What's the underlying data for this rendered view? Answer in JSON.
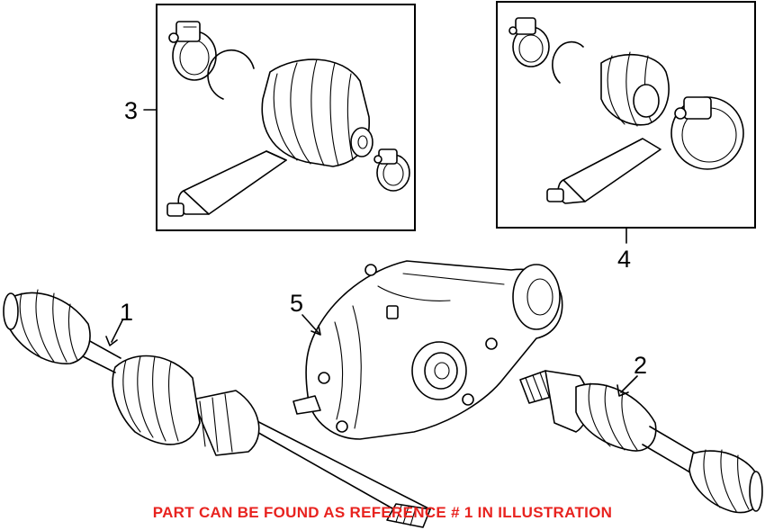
{
  "diagram": {
    "callouts": [
      {
        "id": "1",
        "label": "1"
      },
      {
        "id": "2",
        "label": "2"
      },
      {
        "id": "3",
        "label": "3"
      },
      {
        "id": "4",
        "label": "4"
      },
      {
        "id": "5",
        "label": "5"
      }
    ],
    "caption": "PART CAN BE FOUND AS REFERENCE # 1 IN ILLUSTRATION",
    "colors": {
      "caption": "#e8231f",
      "line": "#000000",
      "background": "#ffffff"
    }
  }
}
